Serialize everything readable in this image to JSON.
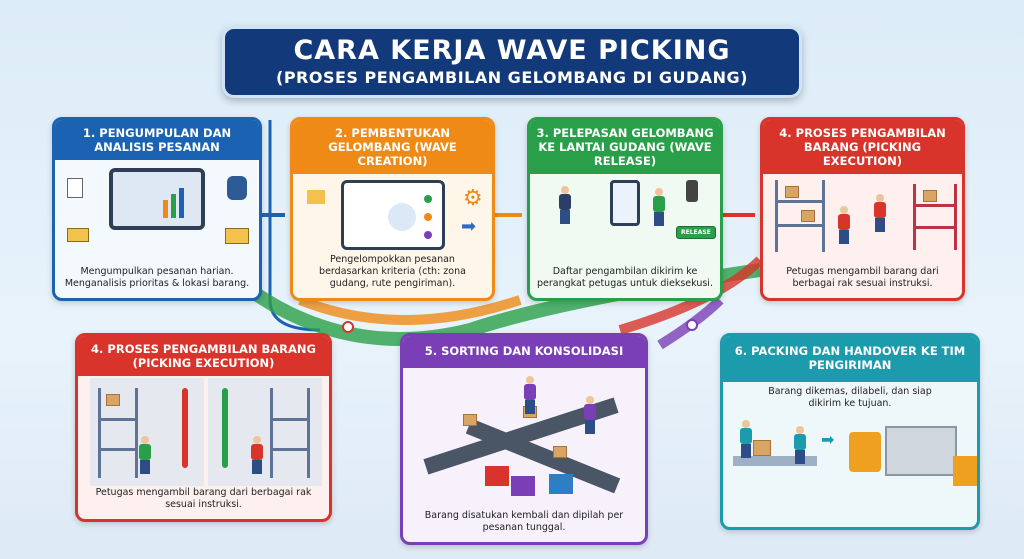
{
  "title": {
    "line1": "CARA KERJA WAVE PICKING",
    "line2": "(PROSES PENGAMBILAN GELOMBANG DI GUDANG)"
  },
  "colors": {
    "step1": "#1b63b2",
    "step2": "#ef8a17",
    "step3": "#2a9f49",
    "step4": "#d8342b",
    "step5": "#7a3fb6",
    "step6": "#1c9bad",
    "title_bg": "#123a7a"
  },
  "steps": [
    {
      "title": "1. PENGUMPULAN DAN ANALISIS PESANAN",
      "desc": "Mengumpulkan pesanan harian. Menganalisis prioritas & lokasi barang.",
      "icons": [
        "document-icon",
        "monitor-dashboard-icon",
        "database-icon",
        "envelope-icon",
        "folder-icon"
      ]
    },
    {
      "title": "2. PEMBENTUKAN GELOMBANG (WAVE CREATION)",
      "desc": "Pengelompokkan pesanan berdasarkan kriteria (cth: zona gudang, rute pengiriman).",
      "icons": [
        "envelope-icon",
        "browser-grouping-icon",
        "gear-icon",
        "arrow-icon"
      ]
    },
    {
      "title": "3. PELEPASAN GELOMBANG KE LANTAI GUDANG (WAVE RELEASE)",
      "desc": "Daftar pengambilan dikirim ke perangkat petugas untuk dieksekusi.",
      "release_label": "RELEASE",
      "icons": [
        "manager-icon",
        "tablet-icon",
        "worker-icon",
        "scanner-icon"
      ]
    },
    {
      "title": "4. PROSES PENGAMBILAN BARANG (PICKING EXECUTION)",
      "desc": "Petugas mengambil barang dari berbagai rak sesuai instruksi."
    },
    {
      "title": "4. PROSES PENGAMBILAN BARANG (PICKING EXECUTION)",
      "desc": "Petugas mengambil barang dari berbagai rak sesuai instruksi."
    },
    {
      "title": "5. SORTING DAN KONSOLIDASI",
      "desc": "Barang disatukan kembali dan dipilah per pesanan tunggal."
    },
    {
      "title": "6. PACKING DAN HANDOVER KE TIM PENGIRIMAN",
      "desc": "Barang dikemas, dilabeli, dan siap dikirim ke tujuan."
    }
  ]
}
